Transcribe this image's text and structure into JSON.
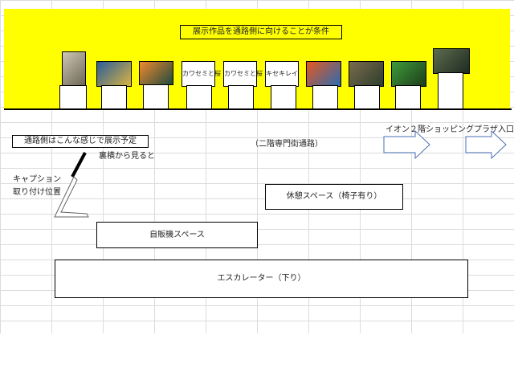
{
  "banner": "展示作品を通路側に向けることが条件",
  "artworks": [
    {
      "type": "photo",
      "colors": [
        "#cfc7b2",
        "#6b6556"
      ]
    },
    {
      "type": "photo",
      "colors": [
        "#2b5d9a",
        "#d9b341"
      ]
    },
    {
      "type": "photo",
      "colors": [
        "#f08a2c",
        "#1f4a3f"
      ]
    },
    {
      "type": "card",
      "text": "カワセミと桜"
    },
    {
      "type": "card",
      "text": "カワセミと桜"
    },
    {
      "type": "card",
      "text": "キセキレイ"
    },
    {
      "type": "photo",
      "colors": [
        "#e8581d",
        "#2a6bb4"
      ]
    },
    {
      "type": "photo",
      "colors": [
        "#7a6b4d",
        "#2d3d2c"
      ]
    },
    {
      "type": "photo",
      "colors": [
        "#3f9a3a",
        "#1c3d1a"
      ]
    },
    {
      "type": "photo",
      "colors": [
        "#5d6d4d",
        "#1e2a22"
      ]
    }
  ],
  "labels": {
    "preview": "通路側はこんな感じで展示予定",
    "from_back": "裏横から見ると",
    "caption_line1": "キャプション",
    "caption_line2": "取り付け位置",
    "corridor": "（二階専門街通路）",
    "entrance": "イオン２階ショッピングプラザ入口"
  },
  "areas": {
    "rest": "休憩スペース（椅子有り）",
    "vending": "自販機スペース",
    "escalator": "エスカレーター（下り）"
  },
  "colors": {
    "banner_bg": "#ffff00",
    "arrow": "#4a6fb5"
  }
}
